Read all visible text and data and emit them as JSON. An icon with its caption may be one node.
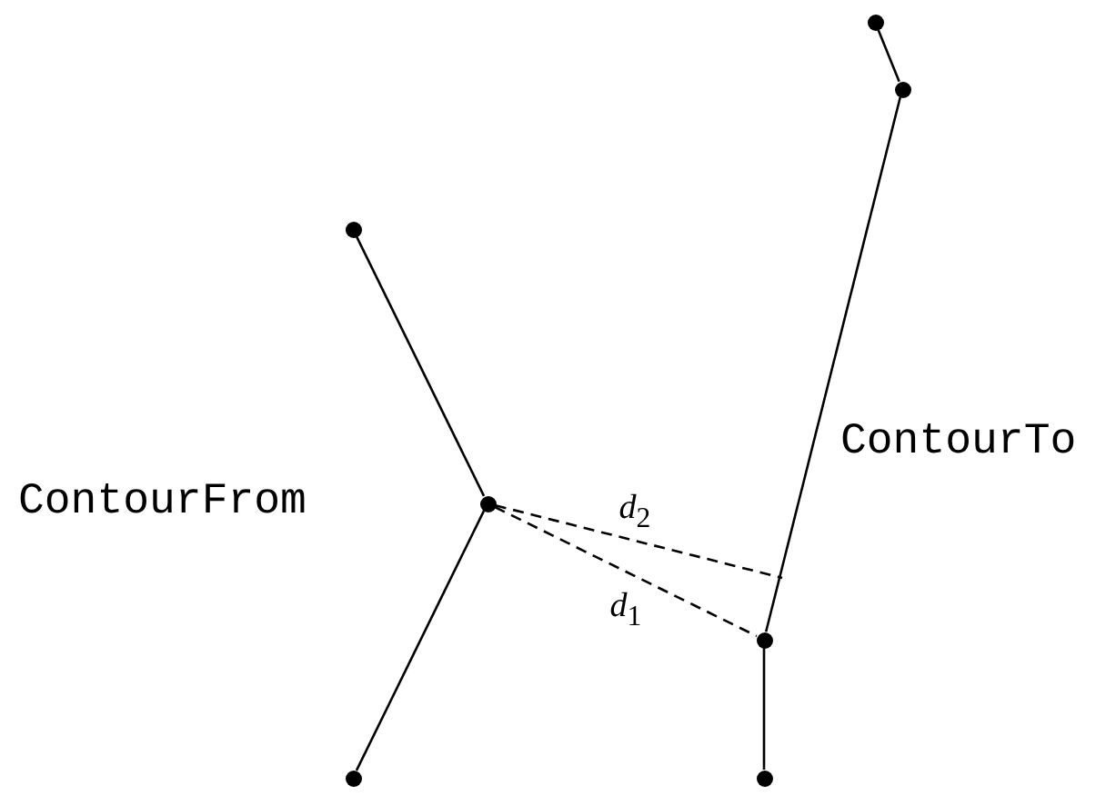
{
  "diagram": {
    "nodes": [
      {
        "text": [],
        "shape": "circle"
      },
      {
        "text": [],
        "shape": "circle"
      },
      {
        "text": [],
        "shape": "circle"
      },
      {
        "text": [],
        "shape": "circle"
      },
      {
        "text": [],
        "shape": "circle"
      },
      {
        "text": [],
        "shape": "circle"
      },
      {
        "text": [],
        "shape": "circle"
      }
    ],
    "edges": [
      {
        "from": 0,
        "to": 1,
        "arrow": "none"
      },
      {
        "from": 1,
        "to": 4,
        "arrow": "none"
      },
      {
        "from": 4,
        "to": 6,
        "arrow": "none"
      },
      {
        "from": 2,
        "to": 3,
        "arrow": "none"
      },
      {
        "from": 3,
        "to": 5,
        "arrow": "none"
      },
      {
        "from": 3,
        "to": null,
        "arrow": "none",
        "style": "dashed",
        "label": "*d*$_{2}$"
      },
      {
        "from": 3,
        "to": 4,
        "arrow": "none",
        "style": "dashed",
        "label": "*d*$_{1}$"
      }
    ],
    "labels": [
      "ContourFrom",
      "ContourTo"
    ]
  }
}
